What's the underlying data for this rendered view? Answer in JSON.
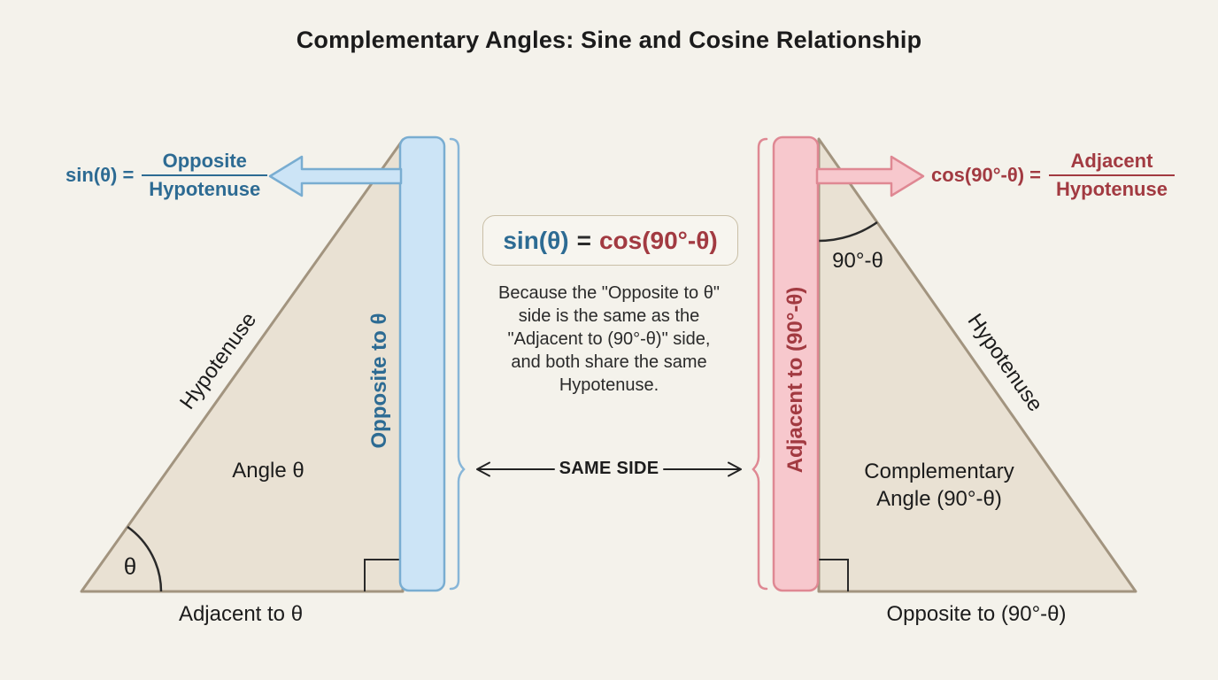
{
  "title": "Complementary Angles: Sine and Cosine Relationship",
  "colors": {
    "background": "#f4f2eb",
    "triangle_fill": "#e9e1d3",
    "triangle_border": "#a2947f",
    "blue_fill": "#cce4f6",
    "blue_border": "#79add1",
    "blue_text": "#2d6b93",
    "pink_fill": "#f7c8cd",
    "pink_border": "#df8893",
    "red_text": "#a23a41",
    "dark_text": "#1b1b1b",
    "box_border": "#c9bfa7"
  },
  "left_formula": {
    "lhs": "sin(θ) =",
    "numerator": "Opposite",
    "denominator": "Hypotenuse"
  },
  "right_formula": {
    "lhs": "cos(90°-θ) =",
    "numerator": "Adjacent",
    "denominator": "Hypotenuse"
  },
  "identity_box": {
    "lhs": "sin(θ)",
    "eq": "=",
    "rhs": "cos(90°-θ)"
  },
  "explanation": {
    "lines": [
      "Because the \"Opposite to θ\"",
      "side is the same as the",
      "\"Adjacent to (90°-θ)\" side,",
      "and both share the same",
      "Hypotenuse."
    ]
  },
  "same_side_label": "SAME SIDE",
  "left_triangle": {
    "hypotenuse_label": "Hypotenuse",
    "interior_label": "Angle θ",
    "vertex_angle_label": "θ",
    "side_label": "Opposite to θ",
    "base_label": "Adjacent to θ"
  },
  "right_triangle": {
    "hypotenuse_label": "Hypotenuse",
    "interior_label_line1": "Complementary",
    "interior_label_line2": "Angle (90°-θ)",
    "vertex_angle_label": "90°-θ",
    "side_label": "Adjacent to (90°-θ)",
    "base_label": "Opposite to (90°-θ)"
  }
}
